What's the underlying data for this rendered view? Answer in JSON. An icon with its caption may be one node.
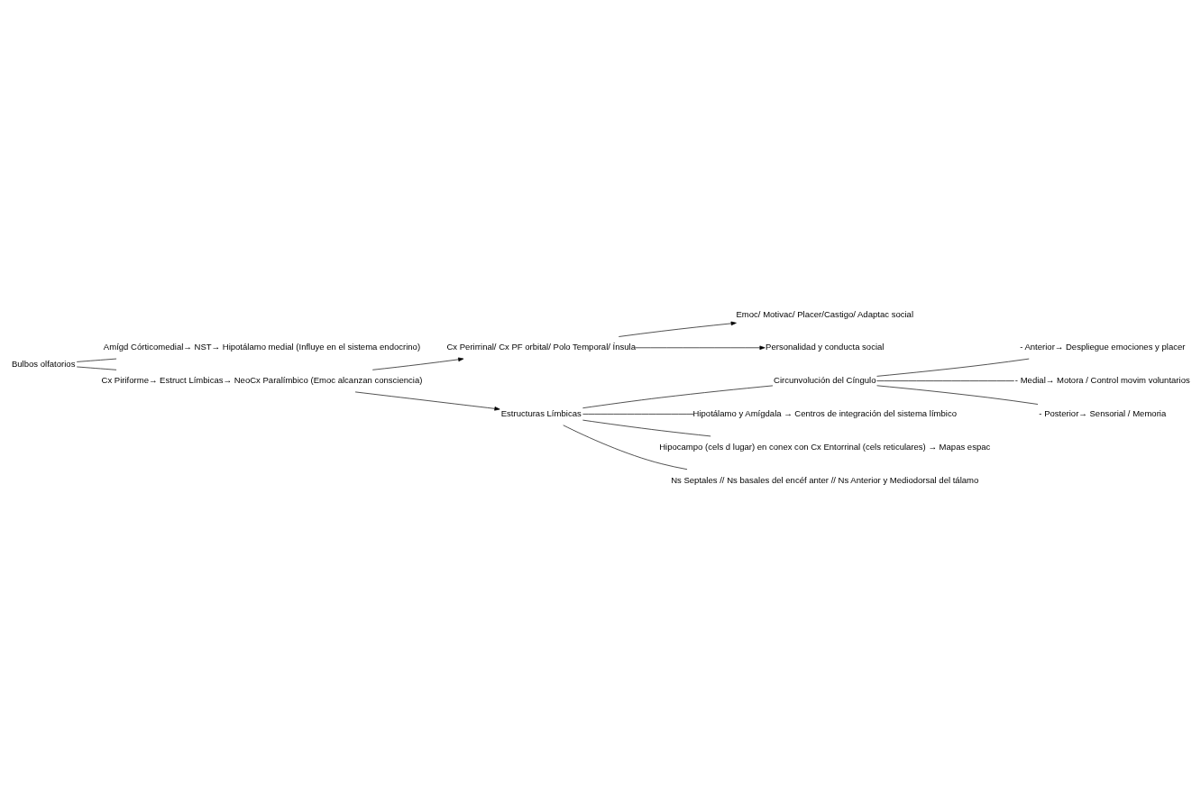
{
  "diagram": {
    "nodes": [
      {
        "text": [
          "Bulbos olfatorios"
        ]
      },
      {
        "text": [
          "Amígd Córticomedial→ NST→ Hipotálamo medial (Influye en el sistema endocrino)"
        ]
      },
      {
        "text": [
          "Cx Piriforme→ Estruct Límbicas→ NeoCx Paralímbico (Emoc alcanzan consciencia)"
        ]
      },
      {
        "text": [
          "Cx Perirrinal/ Cx PF orbital/ Polo Temporal/ Ínsula"
        ]
      },
      {
        "text": [
          "Emoc/ Motivac/ Placer/Castigo/ Adaptac social"
        ]
      },
      {
        "text": [
          "Personalidad y conducta social"
        ]
      },
      {
        "text": [
          "Estructuras Límbicas"
        ]
      },
      {
        "text": [
          "Circunvolución del Cíngulo"
        ]
      },
      {
        "text": [
          "- Anterior→ Despliegue emociones y placer"
        ]
      },
      {
        "text": [
          "- Medial→ Motora / Control movim voluntarios"
        ]
      },
      {
        "text": [
          "- Posterior→ Sensorial / Memoria"
        ]
      },
      {
        "text": [
          "Hipotálamo y Amígdala → Centros de integración del sistema límbico"
        ]
      },
      {
        "text": [
          "Hipocampo (cels d lugar) en conex con Cx Entorrinal (cels reticulares) → Mapas espac"
        ]
      },
      {
        "text": [
          "Ns Septales // Ns basales del encéf anter // Ns Anterior y Mediodorsal del tálamo"
        ]
      }
    ],
    "edges": [
      {
        "from": 0,
        "to": 1,
        "arrow": "none"
      },
      {
        "from": 0,
        "to": 2,
        "arrow": "none"
      },
      {
        "from": 2,
        "to": 3,
        "arrow": "to"
      },
      {
        "from": 3,
        "to": 4,
        "arrow": "to"
      },
      {
        "from": 3,
        "to": 5,
        "arrow": "to"
      },
      {
        "from": 2,
        "to": 6,
        "arrow": "to"
      },
      {
        "from": 6,
        "to": 7,
        "arrow": "none"
      },
      {
        "from": 6,
        "to": 11,
        "arrow": "none"
      },
      {
        "from": 6,
        "to": 12,
        "arrow": "none"
      },
      {
        "from": 6,
        "to": 13,
        "arrow": "none"
      },
      {
        "from": 7,
        "to": 8,
        "arrow": "none"
      },
      {
        "from": 7,
        "to": 9,
        "arrow": "none"
      },
      {
        "from": 7,
        "to": 10,
        "arrow": "none"
      }
    ]
  }
}
